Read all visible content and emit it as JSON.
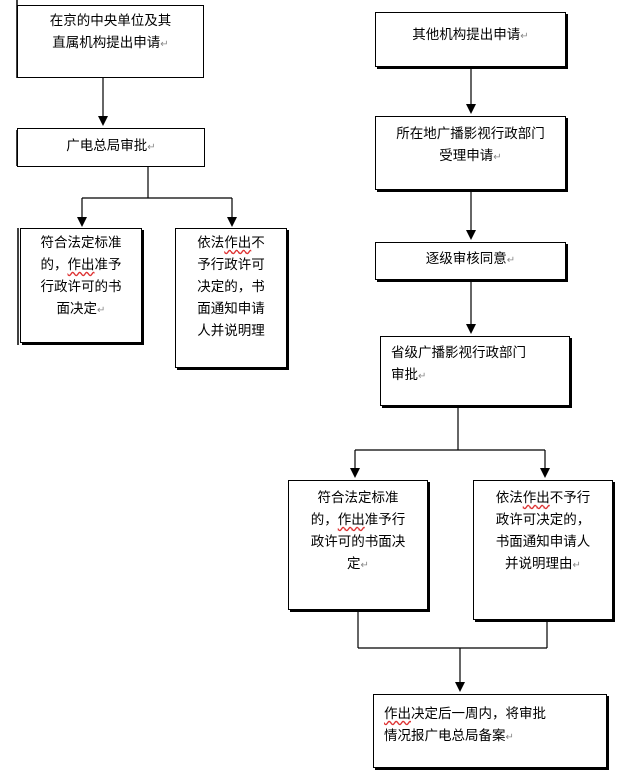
{
  "left": {
    "n1": {
      "line1": "在京的中央单位及其",
      "line2": "直属机构提出申请"
    },
    "n2": "广电总局审批",
    "n3": {
      "pre": "符合法定标准",
      "line2a": "的，",
      "line2u": "作出",
      "line2b": "准予",
      "line3": "行政许可的书",
      "line4": "面决定"
    },
    "n4": {
      "line1a": "依法",
      "line1u": "作出",
      "line1b": "不",
      "line2": "予行政许可",
      "line3": "决定的，书",
      "line4": "面通知申请",
      "line5": "人并说明理"
    }
  },
  "right": {
    "n1": "其他机构提出申请",
    "n2": {
      "line1": "所在地广播影视行政部门",
      "line2": "受理申请"
    },
    "n3": "逐级审核同意",
    "n4": {
      "line1": "省级广播影视行政部门",
      "line2": "审批"
    },
    "n5": {
      "line1": "符合法定标准",
      "line2a": "的，",
      "line2u": "作出",
      "line2b": "准予行",
      "line3": "政许可的书面决",
      "line4": "定"
    },
    "n6": {
      "line1a": "依法",
      "line1u": "作出",
      "line1b": "不予行",
      "line2": "政许可决定的，",
      "line3": "书面通知申请人",
      "line4": "并说明理由"
    },
    "n7": {
      "line1u": "作出",
      "line1b": "决定后一周内，将审批",
      "line2": "情况报广电总局备案"
    }
  },
  "return_mark": "↵"
}
